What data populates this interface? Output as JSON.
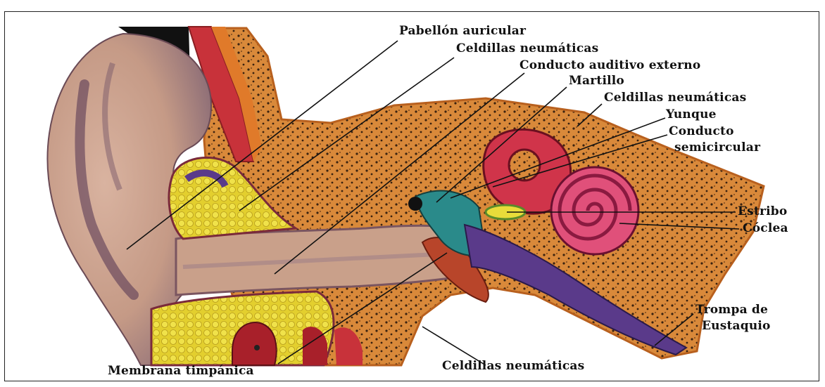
{
  "diagram": {
    "labels": {
      "pabellon": "Pabellón auricular",
      "celdillas_top": "Celdillas neumáticas",
      "conducto_auditivo": "Conducto auditivo externo",
      "martillo": "Martillo",
      "celdillas_right": "Celdillas neumáticas",
      "yunque": "Yunque",
      "conducto_semicircular_1": "Conducto",
      "conducto_semicircular_2": "semicircular",
      "estribo": "Estribo",
      "coclea": "Cóclea",
      "trompa_1": "Trompa de",
      "trompa_2": "Eustaquio",
      "membrana": "Membrana timpánica",
      "celdillas_bottom": "Celdillas neumáticas"
    },
    "colors": {
      "skin": "#c9a08a",
      "bone": "#d98a3a",
      "yellow_fat": "#e8dc3a",
      "red_tissue": "#c8323a",
      "purple": "#5a3a8a",
      "teal": "#2a8a8a",
      "cochlea_pink": "#e0507a"
    }
  }
}
